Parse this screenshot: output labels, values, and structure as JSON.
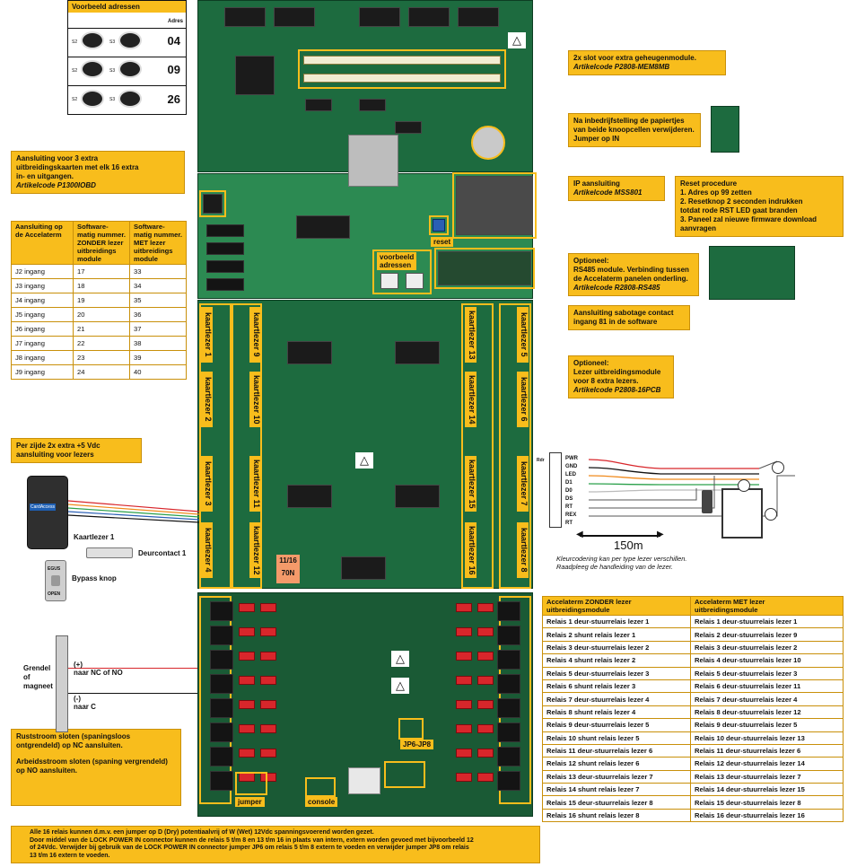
{
  "address_example": {
    "title": "Voorbeeld adressen",
    "header": "Adres",
    "rows": [
      "04",
      "09",
      "26"
    ],
    "switch_labels": [
      "S2",
      "S3"
    ]
  },
  "callouts": {
    "memory": [
      "2x slot voor extra geheugenmodule.",
      "Artikelcode P2808-MEM8MB"
    ],
    "battery": [
      "Na inbedrijfstelling de papiertjes",
      "van beide knoopcellen verwijderen.",
      "Jumper op IN"
    ],
    "ip": [
      "IP aansluiting",
      "Artikelcode MSS801"
    ],
    "reset_procedure": [
      "Reset procedure",
      "1. Adres op 99 zetten",
      "2. Resetknop 2 seconden indrukken",
      "    totdat rode RST LED gaat branden",
      "3. Paneel zal nieuwe firmware download",
      "    aanvragen"
    ],
    "rs485": [
      "Optioneel:",
      "RS485 module. Verbinding tussen",
      "de Accelaterm panelen onderling.",
      "Artikelcode R2808-RS485"
    ],
    "sabotage": [
      "Aansluiting sabotage contact",
      "ingang 81 in de software"
    ],
    "reader_module": [
      "Optioneel:",
      "Lezer uitbreidingsmodule",
      "voor 8 extra lezers.",
      "Artikelcode P2808-16PCB"
    ],
    "expansion": [
      "Aansluiting voor 3 extra",
      "uitbreidingskaarten met elk 16 extra",
      "in- en uitgangen.",
      "Artikelcode P1300IOBD"
    ],
    "power": [
      "Per zijde 2x extra +5 Vdc",
      "aansluiting voor lezers"
    ],
    "lock_mode": [
      "Ruststroom sloten (spaningsloos",
      "ontgrendeld) op NC aansluiten.",
      "",
      "Arbeidsstroom sloten (spaning vergrendeld)",
      "op NO aansluiten."
    ],
    "relays_note": [
      "Alle 16 relais kunnen d.m.v. een jumper op D  (Dry) potentiaalvrij of W (Wet) 12Vdc spanningsvoerend worden gezet.",
      "Door middel van de LOCK POWER IN connector kunnen de relais 5 t/m 8 en 13 t/m 16 in plaats van intern, extern worden gevoed met bijvoorbeeld 12",
      "of 24Vdc. Verwijder bij gebruik van de LOCK POWER IN connector jumper JP6 om relais 5 t/m 8 extern te voeden en verwijder jumper JP8 om relais",
      "13 t/m 16 extern te voeden."
    ]
  },
  "board_labels": {
    "voorbeeld": [
      "voorbeeld",
      "adressen"
    ],
    "reset": "reset",
    "jumper": "jumper",
    "console": "console",
    "jp": "JP6-JP8",
    "sticker": [
      "11/16",
      "70N"
    ],
    "readers_left": [
      "kaartlezer 1",
      "kaartlezer 2",
      "kaartlezer 3",
      "kaartlezer 4"
    ],
    "readers_inner_left": [
      "kaartlezer 9",
      "kaartlezer 10",
      "kaartlezer 11",
      "kaartlezer 12"
    ],
    "readers_inner_right": [
      "kaartlezer 13",
      "kaartlezer 14",
      "kaartlezer 15",
      "kaartlezer 16"
    ],
    "readers_right": [
      "kaartlezer 5",
      "kaartlezer 6",
      "kaartlezer 7",
      "kaartlezer 8"
    ]
  },
  "inputs_table": {
    "headers": [
      "Aansluiting op de Accelaterm",
      "Software-matig nummer. ZONDER lezer uitbreidings module",
      "Software-matig nummer. MET lezer uitbreidings module"
    ],
    "rows": [
      [
        "J2 ingang",
        "17",
        "33"
      ],
      [
        "J3 ingang",
        "18",
        "34"
      ],
      [
        "J4 ingang",
        "19",
        "35"
      ],
      [
        "J5 ingang",
        "20",
        "36"
      ],
      [
        "J6 ingang",
        "21",
        "37"
      ],
      [
        "J7 ingang",
        "22",
        "38"
      ],
      [
        "J8 ingang",
        "23",
        "39"
      ],
      [
        "J9 ingang",
        "24",
        "40"
      ]
    ]
  },
  "relays_table": {
    "headers": [
      "Accelaterm ZONDER lezer uitbreidingsmodule",
      "Accelaterm MET lezer uitbreidingsmodule"
    ],
    "rows": [
      [
        "Relais 1 deur-stuurrelais lezer 1",
        "Relais 1 deur-stuurrelais lezer 1"
      ],
      [
        "Relais 2 shunt relais lezer 1",
        "Relais 2 deur-stuurrelais lezer 9"
      ],
      [
        "Relais 3 deur-stuurrelais lezer 2",
        "Relais 3 deur-stuurrelais lezer 2"
      ],
      [
        "Relais 4 shunt relais lezer 2",
        "Relais 4 deur-stuurrelais lezer 10"
      ],
      [
        "Relais 5 deur-stuurrelais lezer 3",
        "Relais 5 deur-stuurrelais lezer 3"
      ],
      [
        "Relais 6 shunt relais lezer 3",
        "Relais 6 deur-stuurrelais lezer 11"
      ],
      [
        "Relais 7 deur-stuurrelais lezer 4",
        "Relais 7 deur-stuurrelais lezer 4"
      ],
      [
        "Relais 8 shunt relais lezer 4",
        "Relais 8 deur-stuurrelais lezer 12"
      ],
      [
        "Relais 9 deur-stuurrelais lezer 5",
        "Relais 9 deur-stuurrelais lezer 5"
      ],
      [
        "Relais 10 shunt relais lezer 5",
        "Relais 10 deur-stuurrelais lezer 13"
      ],
      [
        "Relais 11 deur-stuurrelais lezer 6",
        "Relais 11 deur-stuurrelais lezer 6"
      ],
      [
        "Relais 12 shunt relais lezer 6",
        "Relais 12 deur-stuurrelais lezer 14"
      ],
      [
        "Relais 13 deur-stuurrelais lezer 7",
        "Relais 13 deur-stuurrelais lezer 7"
      ],
      [
        "Relais 14 shunt relais lezer 7",
        "Relais 14 deur-stuurrelais lezer 15"
      ],
      [
        "Relais 15 deur-stuurrelais lezer 8",
        "Relais 15 deur-stuurrelais lezer 8"
      ],
      [
        "Relais 16 shunt relais lezer 8",
        "Relais 16 deur-stuurrelais lezer 16"
      ]
    ]
  },
  "devices": {
    "card_reader": "Kaartlezer 1",
    "reader_brand": "CardAccess",
    "door_contact": "Deurcontact 1",
    "bypass": "Bypass knop",
    "bypass_top": "EGUS",
    "bypass_bottom": "OPEN",
    "lock_label": [
      "Grendel",
      "of",
      "magneet"
    ],
    "plus": "(+)",
    "plus_text": "naar NC of NO",
    "minus": "(-)",
    "minus_text": "naar C"
  },
  "wiring": {
    "pins": [
      "PWR",
      "GND",
      "LED",
      "D1",
      "D0",
      "DS",
      "RT",
      "REX",
      "RT"
    ],
    "side_label": "Rdr",
    "distance": "150m",
    "note": [
      "Kleurcodering kan per type lezer verschillen.",
      "Raadpleeg de handleiding van de lezer."
    ],
    "wire_colors": [
      "#d8262b",
      "#111111",
      "#f08a1c",
      "#2aa04a",
      "#ffffff",
      "#999999"
    ]
  }
}
